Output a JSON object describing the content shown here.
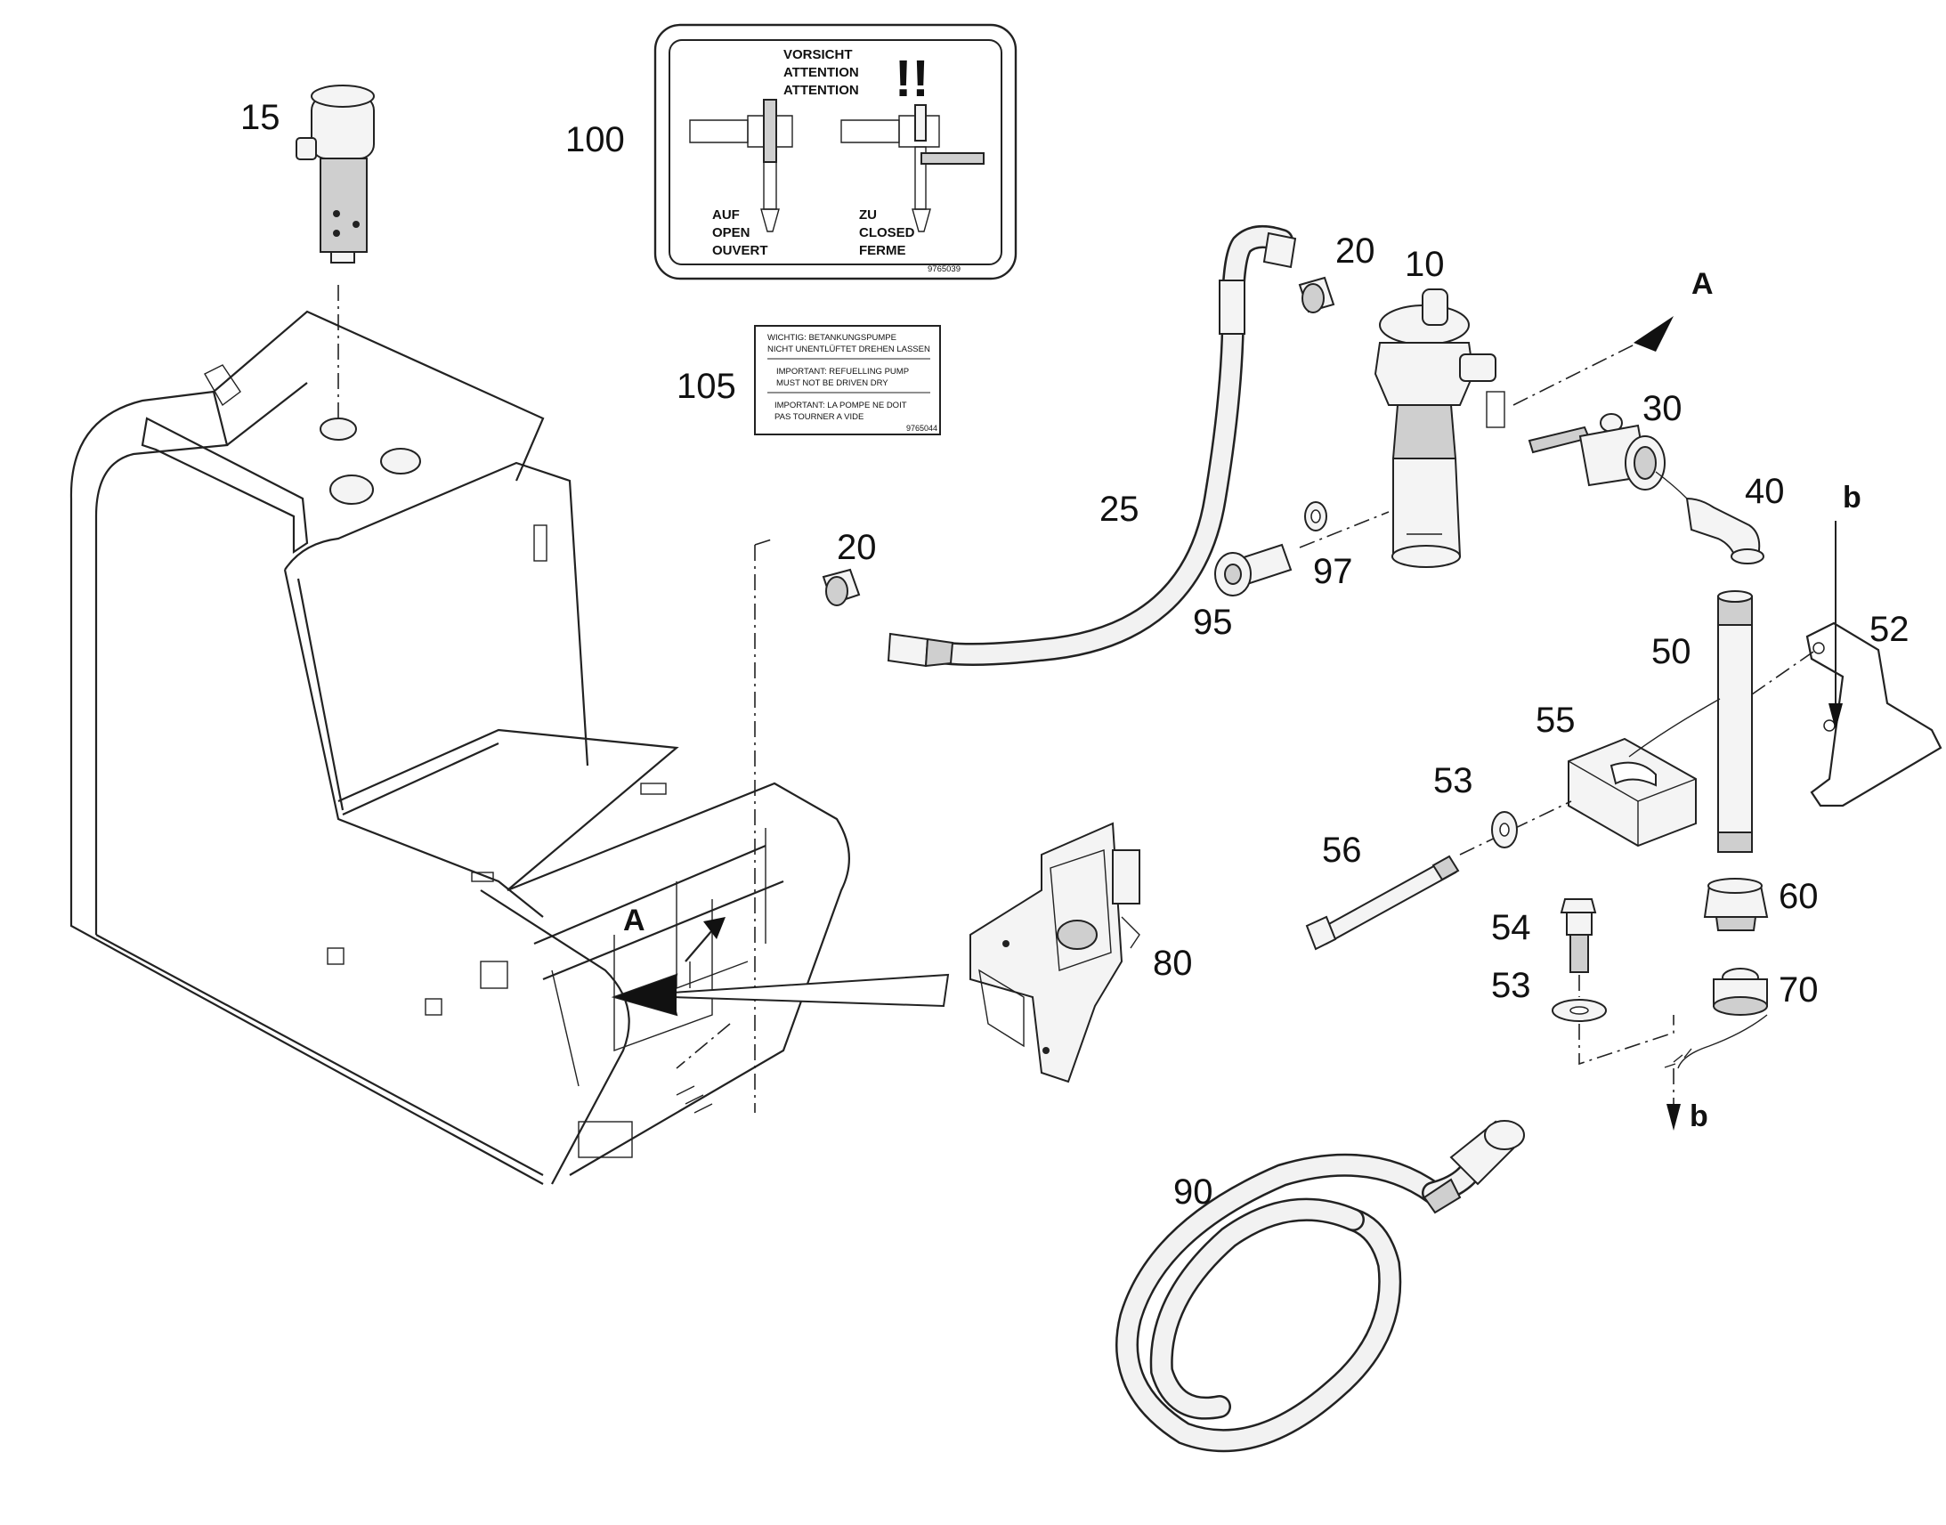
{
  "callouts": {
    "c15": "15",
    "c100": "100",
    "c105": "105",
    "c20a": "20",
    "c10": "10",
    "c30": "30",
    "c40": "40",
    "c25": "25",
    "c97": "97",
    "c95": "95",
    "c20b": "20",
    "c50": "50",
    "c52": "52",
    "c55": "55",
    "c53a": "53",
    "c56": "56",
    "c60": "60",
    "c54": "54",
    "c53b": "53",
    "c70": "70",
    "c80": "80",
    "c90": "90"
  },
  "arrows": {
    "a1": "A",
    "a2": "A",
    "b1": "b",
    "b2": "b"
  },
  "warning_label": {
    "line1": "VORSICHT",
    "line2": "ATTENTION",
    "line3": "ATTENTION",
    "marks": "!!",
    "open1": "AUF",
    "open2": "OPEN",
    "open3": "OUVERT",
    "closed1": "ZU",
    "closed2": "CLOSED",
    "closed3": "FERME",
    "code": "9765039"
  },
  "info_label": {
    "l1": "WICHTIG: BETANKUNGSPUMPE",
    "l2": "NICHT UNENTLÜFTET DREHEN LASSEN",
    "l3": "IMPORTANT: REFUELLING PUMP",
    "l4": "MUST NOT BE DRIVEN DRY",
    "l5": "IMPORTANT: LA POMPE NE DOIT",
    "l6": "PAS TOURNER A VIDE",
    "code": "9765044"
  }
}
